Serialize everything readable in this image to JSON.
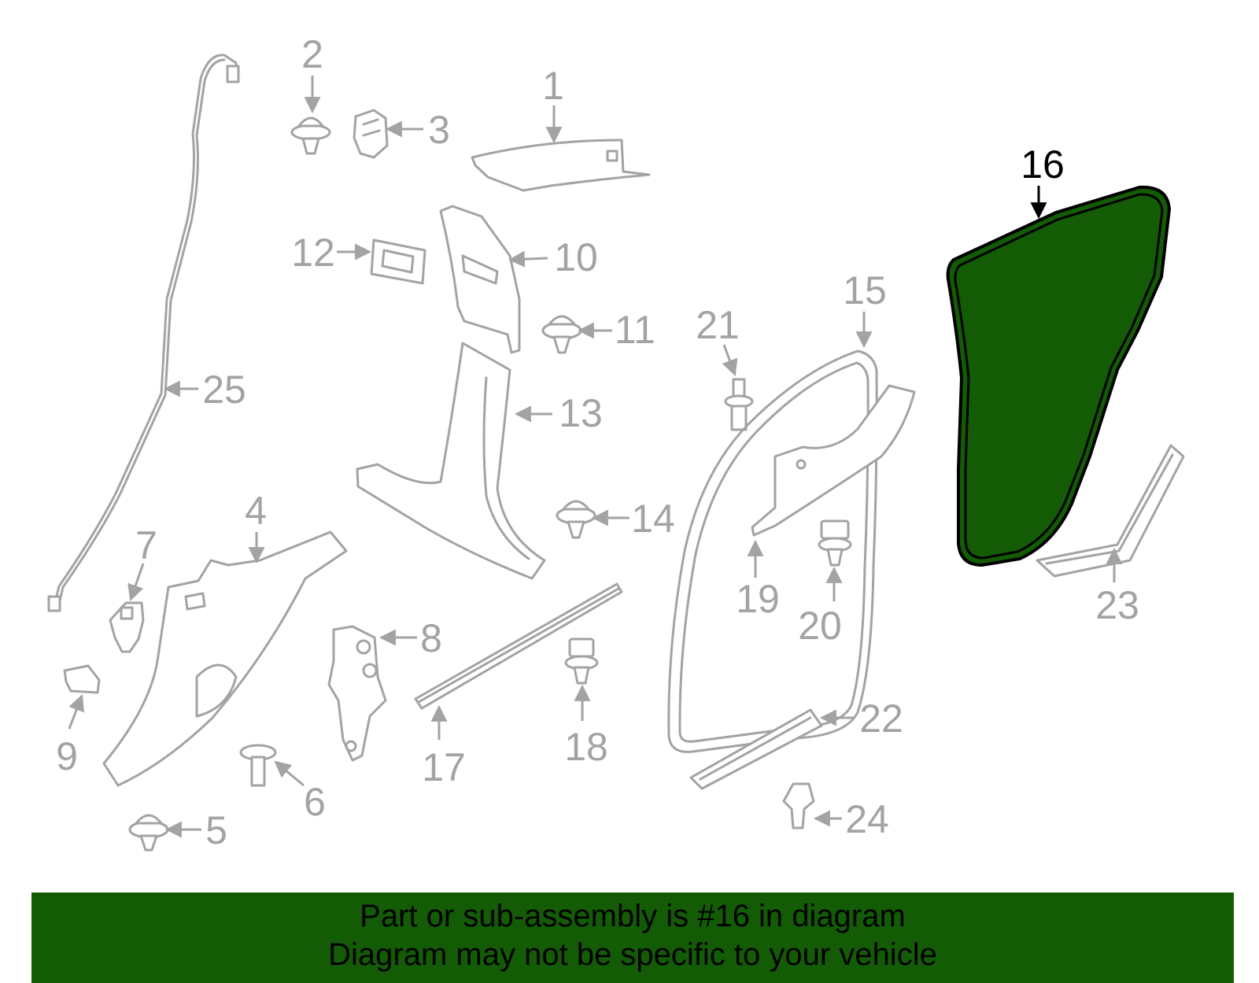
{
  "diagram": {
    "highlight_color": "#135c05",
    "part_color": "#a3a3a3",
    "highlight_label_color": "#000000",
    "labels": [
      "1",
      "2",
      "3",
      "4",
      "5",
      "6",
      "7",
      "8",
      "9",
      "10",
      "11",
      "12",
      "13",
      "14",
      "15",
      "16",
      "17",
      "18",
      "19",
      "20",
      "21",
      "22",
      "23",
      "24",
      "25"
    ],
    "highlighted_part": "16"
  },
  "banner": {
    "line1": "Part or sub-assembly is #16 in diagram",
    "line2": "Diagram may not be specific to your vehicle",
    "background": "#135c05"
  }
}
